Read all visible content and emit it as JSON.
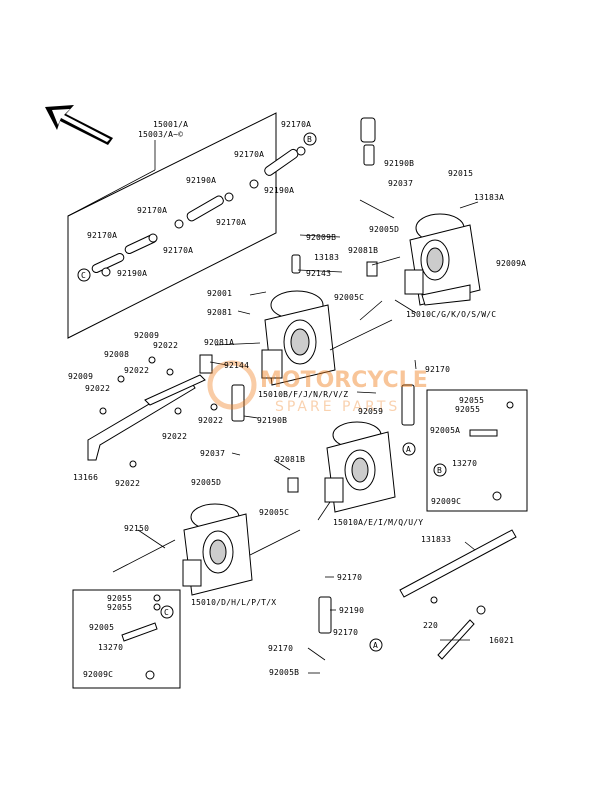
{
  "labels": {
    "l15001": "15001/A",
    "l15003": "15003/A~©",
    "l92170a_1": "92170A",
    "l92170a_2": "92170A",
    "l92170a_3": "92170A",
    "l92170a_4": "92170A",
    "l92170a_5": "92170A",
    "l92170a_6": "92170A",
    "l92190a_1": "92190A",
    "l92190a_2": "92190A",
    "l92190a_3": "92190A",
    "l92190b_1": "92190B",
    "l92190b_2": "92190B",
    "l92037_1": "92037",
    "l92037_2": "92037",
    "l92015": "92015",
    "l13183a": "13183A",
    "l92005d_1": "92005D",
    "l92005d_2": "92005D",
    "l92009b": "92009B",
    "l92081b": "92081B",
    "l13183": "13183",
    "l92143": "92143",
    "l92009a": "92009A",
    "l92001": "92001",
    "l92081": "92081",
    "l92005c_1": "92005C",
    "l92005c_2": "92005C",
    "l15010c": "15010C/G/K/O/S/W/C",
    "l92009_1": "92009",
    "l92009_2": "92009",
    "l92008": "92008",
    "l92022_1": "92022",
    "l92022_2": "92022",
    "l92022_3": "92022",
    "l92022_4": "92022",
    "l92022_5": "92022",
    "l92081a": "92081A",
    "l92144": "92144",
    "l92170_1": "92170",
    "l92170_2": "92170",
    "l92170_3": "92170",
    "l92170_4": "92170",
    "l15010b": "15010B/F/J/N/R/V/Z",
    "l92059": "92059",
    "l92055_1": "92055",
    "l92055_2": "92055",
    "l92055_3": "92055",
    "l92055_4": "92055",
    "l92005a": "92005A",
    "l92005": "92005",
    "l13270_1": "13270",
    "l13270_2": "13270",
    "l92009c_1": "92009C",
    "l92009c_2": "92009C",
    "l13166": "13166",
    "l92081b2": "92081B",
    "l15010a": "15010A/E/I/M/Q/U/Y",
    "l92150": "92150",
    "l131833": "131833",
    "l15010d": "15010/D/H/L/P/T/X",
    "l92190": "92190",
    "l220": "220",
    "l16021": "16021",
    "l92005b": "92005B"
  },
  "callouts": {
    "a": "A",
    "b": "B",
    "c": "C"
  },
  "watermark": {
    "line1": "MOTORCYCLE",
    "line2": "SPARE PARTS"
  },
  "colors": {
    "watermark": "#f08020",
    "ink": "#000000"
  }
}
